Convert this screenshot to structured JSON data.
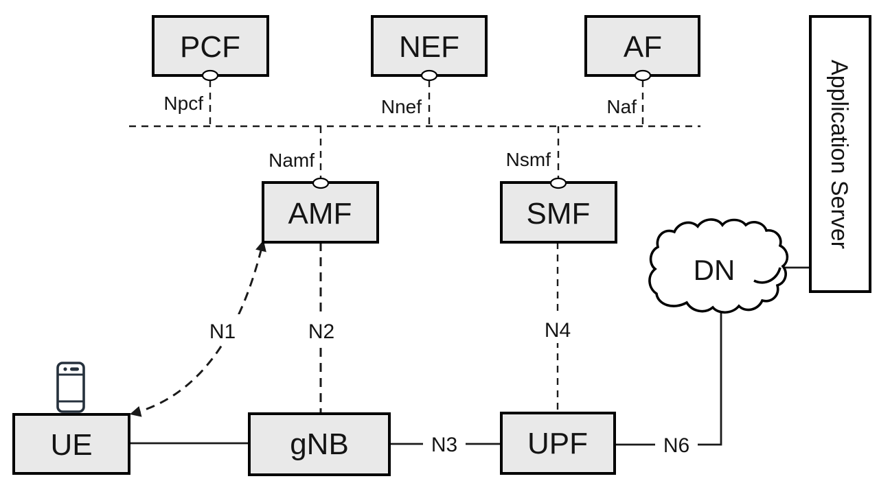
{
  "diagram": {
    "type": "5g-core-network-architecture",
    "nodes": {
      "pcf": {
        "label": "PCF"
      },
      "nef": {
        "label": "NEF"
      },
      "af": {
        "label": "AF"
      },
      "amf": {
        "label": "AMF"
      },
      "smf": {
        "label": "SMF"
      },
      "ue": {
        "label": "UE"
      },
      "gnb": {
        "label": "gNB"
      },
      "upf": {
        "label": "UPF"
      },
      "dn": {
        "label": "DN"
      },
      "app_server": {
        "label": "Application Server"
      }
    },
    "interfaces": {
      "npcf": "Npcf",
      "nnef": "Nnef",
      "naf": "Naf",
      "namf": "Namf",
      "nsmf": "Nsmf",
      "n1": "N1",
      "n2": "N2",
      "n3": "N3",
      "n4": "N4",
      "n6": "N6"
    },
    "edges": [
      {
        "from": "PCF",
        "to": "service-bus",
        "interface": "Npcf",
        "style": "dashed"
      },
      {
        "from": "NEF",
        "to": "service-bus",
        "interface": "Nnef",
        "style": "dashed"
      },
      {
        "from": "AF",
        "to": "service-bus",
        "interface": "Naf",
        "style": "dashed"
      },
      {
        "from": "AMF",
        "to": "service-bus",
        "interface": "Namf",
        "style": "dashed"
      },
      {
        "from": "SMF",
        "to": "service-bus",
        "interface": "Nsmf",
        "style": "dashed"
      },
      {
        "from": "UE",
        "to": "AMF",
        "interface": "N1",
        "style": "dashed-curve-double-arrow"
      },
      {
        "from": "gNB",
        "to": "AMF",
        "interface": "N2",
        "style": "dashed"
      },
      {
        "from": "UE",
        "to": "gNB",
        "interface": "",
        "style": "solid"
      },
      {
        "from": "gNB",
        "to": "UPF",
        "interface": "N3",
        "style": "solid"
      },
      {
        "from": "SMF",
        "to": "UPF",
        "interface": "N4",
        "style": "dashed"
      },
      {
        "from": "UPF",
        "to": "DN",
        "interface": "N6",
        "style": "solid"
      },
      {
        "from": "DN",
        "to": "Application Server",
        "interface": "",
        "style": "solid"
      }
    ],
    "icons": {
      "ue_device": "smartphone-icon"
    },
    "colors": {
      "background": "#ffffff",
      "node_fill": "#e9e9e9",
      "node_border": "#000000",
      "line": "#1a1a1a",
      "phone_icon": "#26313d"
    }
  }
}
